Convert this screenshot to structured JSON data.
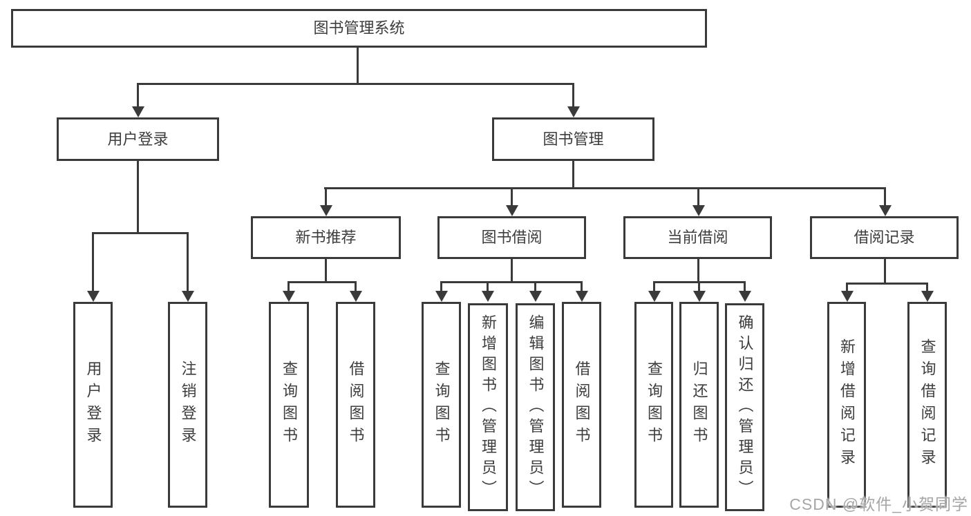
{
  "tree": {
    "root": {
      "label": "图书管理系统"
    },
    "user_login": {
      "label": "用户登录",
      "children": {
        "login": {
          "label": "用户登录"
        },
        "logout": {
          "label": "注销登录"
        }
      }
    },
    "book_mgmt": {
      "label": "图书管理",
      "sections": {
        "new_book_rec": {
          "label": "新书推荐",
          "children": {
            "query_books": {
              "label": "查询图书"
            },
            "borrow_books": {
              "label": "借阅图书"
            }
          }
        },
        "book_borrow": {
          "label": "图书借阅",
          "children": {
            "query_books": {
              "label": "查询图书"
            },
            "add_books_admin": {
              "label": "新增图书（管理员）"
            },
            "edit_books_admin": {
              "label": "编辑图书（管理员）"
            },
            "borrow_books": {
              "label": "借阅图书"
            }
          }
        },
        "current_borrow": {
          "label": "当前借阅",
          "children": {
            "query_books": {
              "label": "查询图书"
            },
            "return_books": {
              "label": "归还图书"
            },
            "confirm_return_admin": {
              "label": "确认归还（管理员）"
            }
          }
        },
        "borrow_records": {
          "label": "借阅记录",
          "children": {
            "add_borrow_record": {
              "label": "新增借阅记录"
            },
            "query_borrow_record": {
              "label": "查询借阅记录"
            }
          }
        }
      }
    }
  },
  "watermark": {
    "text": "CSDN @软件_小贺同学"
  },
  "colors": {
    "line": "#3a3a3a",
    "text": "#3d3d3d",
    "background": "#ffffff",
    "watermark": "#a6a6a6"
  }
}
